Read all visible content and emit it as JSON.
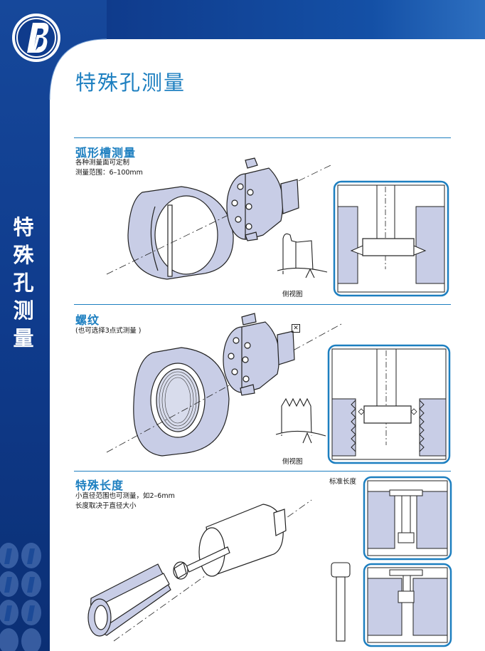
{
  "page": {
    "title": "特殊孔测量",
    "side_label": [
      "特",
      "殊",
      "孔",
      "测",
      "量"
    ],
    "colors": {
      "accent": "#1d7fc0",
      "panel": "#0f3b8c",
      "part_fill": "#c8cde6"
    }
  },
  "sections": [
    {
      "title": "弧形槽测量",
      "lines": [
        "各种测量面可定制",
        "测量范围：6–100mm"
      ],
      "caption": "侧视图"
    },
    {
      "title": "螺纹",
      "lines": [
        "(也可选择3点式测量 )"
      ],
      "caption": "侧视图"
    },
    {
      "title": "特殊长度",
      "lines": [
        "小直径范围也可测量，如2–6mm",
        "长度取决于直径大小"
      ],
      "caption": "标准长度"
    }
  ],
  "icons": {
    "logo": "b-logo-icon",
    "checkbox": "checkbox-icon"
  }
}
